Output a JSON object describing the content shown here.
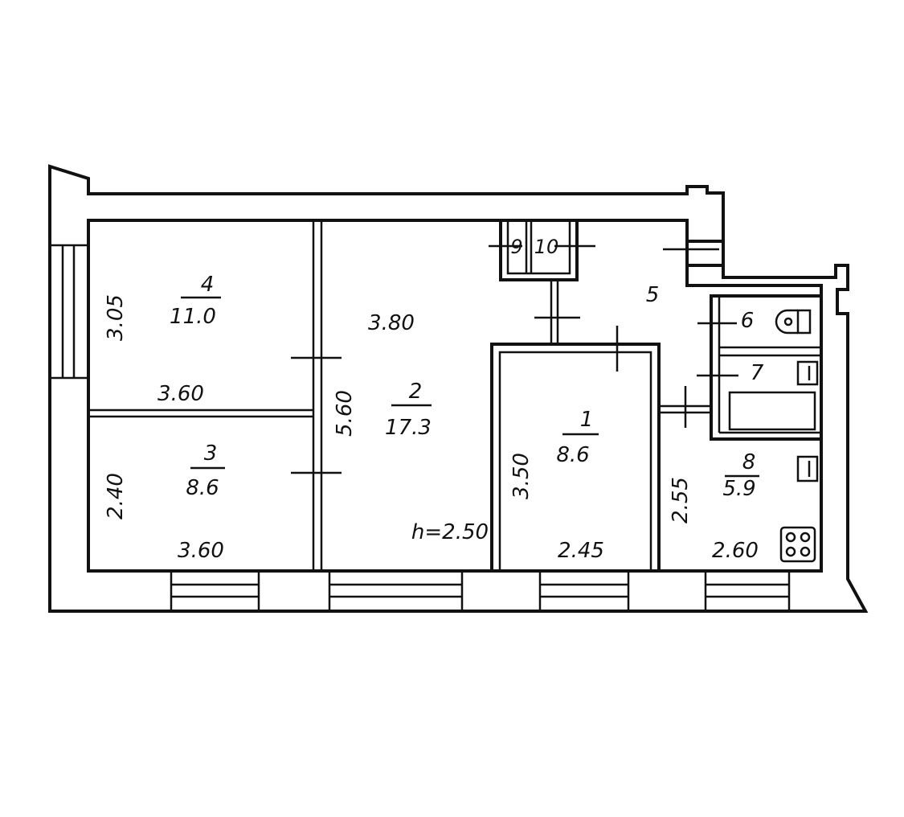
{
  "plan": {
    "ceiling_height": "h=2.50",
    "rooms": [
      {
        "number": "1",
        "area": "8.6"
      },
      {
        "number": "2",
        "area": "17.3"
      },
      {
        "number": "3",
        "area": "8.6"
      },
      {
        "number": "4",
        "area": "11.0"
      },
      {
        "number": "5"
      },
      {
        "number": "6"
      },
      {
        "number": "7"
      },
      {
        "number": "8",
        "area": "5.9"
      },
      {
        "number": "9"
      },
      {
        "number": "10"
      }
    ],
    "dimensions": {
      "room4_height": "3.05",
      "room4_width": "3.60",
      "room3_height": "2.40",
      "room3_width": "3.60",
      "room2_width": "3.80",
      "room2_height": "5.60",
      "room1_height": "3.50",
      "room1_width": "2.45",
      "room8_height": "2.55",
      "room8_width": "2.60"
    }
  }
}
